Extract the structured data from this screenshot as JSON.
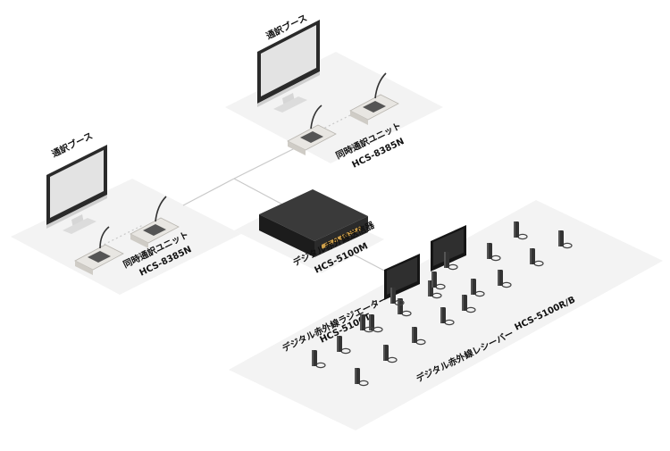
{
  "booth_left": {
    "booth_label": "通訳ブース",
    "unit_name": "同時通訳ユニット",
    "unit_model": "HCS-8385N"
  },
  "booth_right": {
    "booth_label": "通訳ブース",
    "unit_name": "同時通訳ユニット",
    "unit_model": "HCS-8385N"
  },
  "transmitter": {
    "name": "デジタル赤外線送信器",
    "model": "HCS-5100M"
  },
  "radiator": {
    "name": "デジタル赤外線ラジエーター",
    "model": "HCS-5100T"
  },
  "receiver": {
    "name": "デジタル赤外線レシーバー",
    "model": "HCS-5100R/B"
  },
  "receiver_count": 20,
  "colors": {
    "platform": "#f3f3f3",
    "screen": "#1a1a1a",
    "device": "#2b2b2b",
    "line": "#c9c9c9"
  },
  "icons": [
    "monitor-icon",
    "console-icon",
    "microphone-icon",
    "transmitter-icon",
    "radiator-panel-icon",
    "receiver-icon"
  ]
}
